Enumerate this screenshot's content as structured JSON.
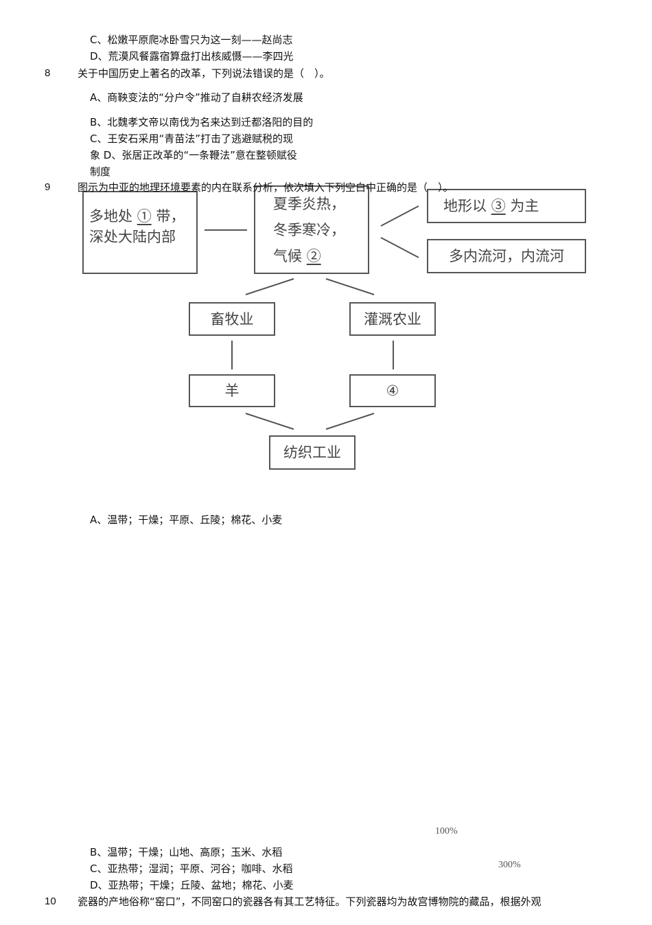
{
  "q7_options": [
    "C、松嫩平原爬冰卧雪只为这一刻——赵尚志",
    "D、荒漠风餐露宿算盘打出核威慑——李四光"
  ],
  "q8": {
    "number": "8",
    "stem": "关于中国历史上著名的改革，下列说法错误的是（　）。",
    "lines": [
      "A、商鞅变法的“分户令”推动了自耕农经济发展",
      "B、北魏孝文帝以南伐为名来达到迁都洛阳的目的",
      "C、王安石采用“青苗法”打击了逃避赋税的现",
      "象 D、张居正改革的“一条鞭法”意在整顿赋役",
      "制度"
    ]
  },
  "q9": {
    "number": "9",
    "stem": "图示为中亚的地理环境要素的内在联系分析，依次填入下列空白中正确的是（　）。",
    "diagram": {
      "box1_line1_pre": "多地处",
      "box1_blank": "①",
      "box1_line1_post": "带，",
      "box1_line2": "深处大陆内部",
      "box2_line1": "夏季炎热，",
      "box2_line2": "冬季寒冷，",
      "box2_line3_pre": "气候",
      "box2_blank": "②",
      "box3_pre": "地形以",
      "box3_blank": "③",
      "box3_post": "为主",
      "box4": "多内流河，内流河",
      "box5": "畜牧业",
      "box6": "灌溉农业",
      "box7": "羊",
      "box8": "④",
      "box9": "纺织工业"
    },
    "options": [
      "A、温带；干燥；平原、丘陵；棉花、小麦",
      "B、温带；干燥；山地、高原；玉米、水稻",
      "C、亚热带；湿润；平原、河谷；咖啡、水稻",
      "D、亚热带；干燥；丘陵、盆地；棉花、小麦"
    ]
  },
  "stray_labels": [
    "100%",
    "300%"
  ],
  "q10": {
    "number": "10",
    "stem": "瓷器的产地俗称“窑口”，不同窑口的瓷器各有其工艺特征。下列瓷器均为故宫博物院的藏品，根据外观"
  }
}
